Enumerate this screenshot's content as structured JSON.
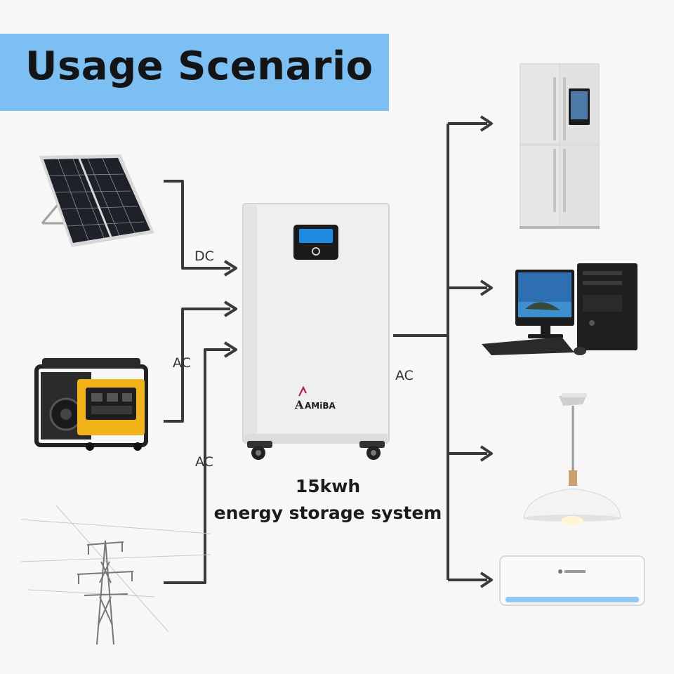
{
  "header": {
    "title": "Usage Scenario"
  },
  "inputs": [
    {
      "device": "solar-panel",
      "connection_label": "DC"
    },
    {
      "device": "generator",
      "connection_label": "AC"
    },
    {
      "device": "power-grid",
      "connection_label": "AC"
    }
  ],
  "system": {
    "brand": "AMiBA",
    "capacity": "15kwh",
    "name": "energy storage system"
  },
  "output": {
    "connection_label": "AC"
  },
  "loads": [
    {
      "device": "refrigerator"
    },
    {
      "device": "desktop-computer"
    },
    {
      "device": "pendant-lamp"
    },
    {
      "device": "air-conditioner"
    }
  ],
  "colors": {
    "banner": "#7cbff2",
    "line": "#3a3a3a",
    "background": "#f7f7f7",
    "cabinet": "#f0f0f0",
    "screen": "#1d8ce0",
    "brand_red": "#c8102e",
    "generator_yellow": "#f2b318"
  }
}
